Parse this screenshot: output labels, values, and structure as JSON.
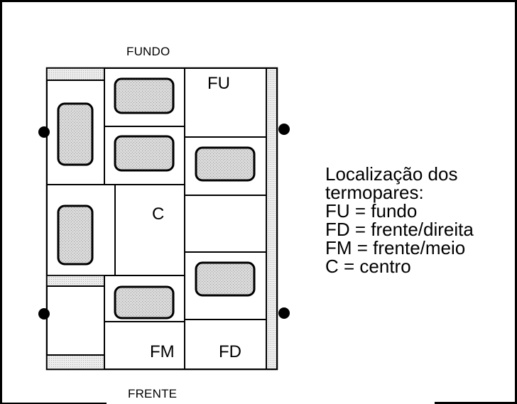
{
  "diagram": {
    "top_caption": "FUNDO",
    "bottom_caption": "FRENTE",
    "cells": {
      "fu": "FU",
      "c": "C",
      "fm": "FM",
      "fd": "FD"
    }
  },
  "legend": {
    "title_line1": "Localização dos",
    "title_line2": "termopares:",
    "items": [
      "FU = fundo",
      "FD = frente/direita",
      "FM = frente/meio",
      "C = centro"
    ]
  },
  "colors": {
    "ink": "#000000",
    "tile_fill": "#d6d6d6",
    "strip_fill": "#e9e9e9",
    "background": "#ffffff"
  }
}
